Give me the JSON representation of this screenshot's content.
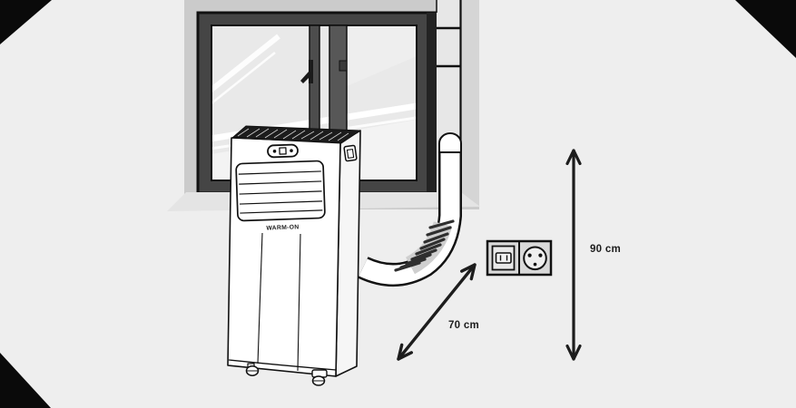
{
  "illustration": {
    "brand_label": "WARM-ON",
    "measurements": {
      "diagonal_distance": "70 cm",
      "vertical_distance": "90 cm"
    },
    "colors": {
      "background": "#eeeeee",
      "corner_accent": "#0a0a0a",
      "wall_recess": "#cbcbcb",
      "window_frame": "#454545",
      "glass": "#e9e9e9",
      "device_body": "#ffffff",
      "outline": "#111111",
      "label_text": "#1d1d1d"
    }
  }
}
